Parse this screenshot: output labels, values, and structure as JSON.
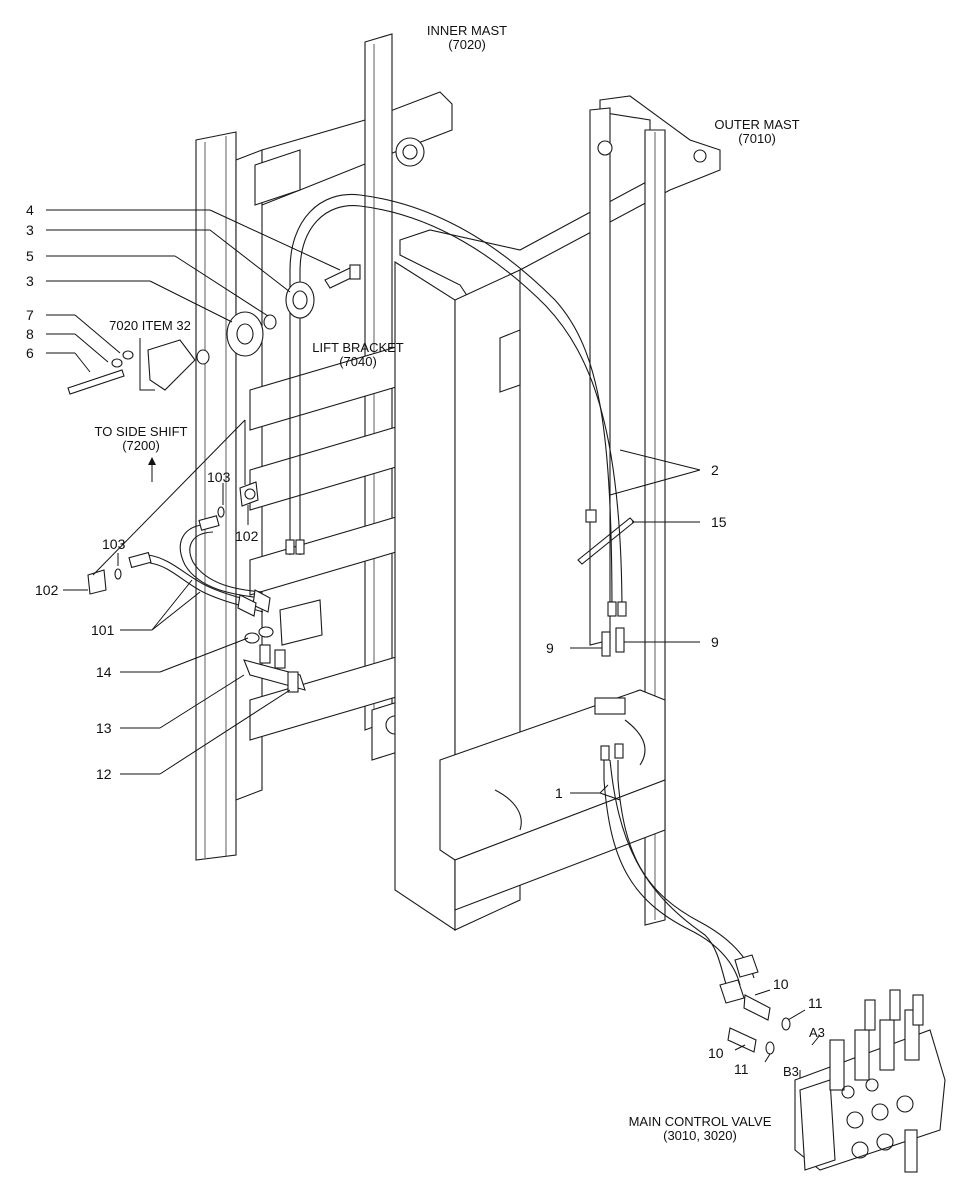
{
  "labels": {
    "inner_mast_1": "INNER MAST",
    "inner_mast_2": "(7020)",
    "outer_mast_1": "OUTER MAST",
    "outer_mast_2": "(7010)",
    "lift_bracket_1": "LIFT BRACKET",
    "lift_bracket_2": "(7040)",
    "item32": "7020 ITEM 32",
    "side_shift_1": "TO SIDE SHIFT",
    "side_shift_2": "(7200)",
    "mcv_1": "MAIN CONTROL VALVE",
    "mcv_2": "(3010, 3020)",
    "port_a3": "A3",
    "port_b3": "B3"
  },
  "callouts": {
    "c4": "4",
    "c3a": "3",
    "c5": "5",
    "c3b": "3",
    "c7": "7",
    "c8": "8",
    "c6": "6",
    "c103a": "103",
    "c102a": "102",
    "c103b": "103",
    "c102b": "102",
    "c101": "101",
    "c14": "14",
    "c13": "13",
    "c12": "12",
    "c2": "2",
    "c15": "15",
    "c9a": "9",
    "c9b": "9",
    "c1": "1",
    "c10a": "10",
    "c11a": "11",
    "c10b": "10",
    "c11b": "11"
  }
}
